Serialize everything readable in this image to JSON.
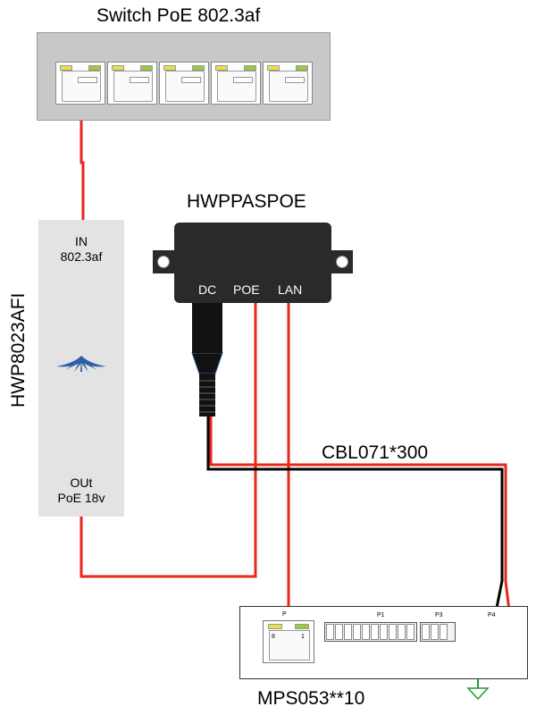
{
  "switch": {
    "title": "Switch PoE 802.3af",
    "port_count": 5
  },
  "injector": {
    "name": "HWP8023AFI",
    "in_label": "IN",
    "in_standard": "802.3af",
    "out_label": "OUt",
    "out_voltage": "PoE 18v",
    "logo_icon": "ubiquiti-logo-icon"
  },
  "splitter": {
    "name": "HWPPASPOE",
    "dc_label": "DC",
    "poe_label": "POE",
    "lan_label": "LAN"
  },
  "cable": {
    "name": "CBL071*300"
  },
  "mps": {
    "name": "MPS053**10",
    "rj45_label": "P",
    "rj45_pin_left": "8",
    "rj45_pin_right": "1",
    "p1_label": "P1",
    "p3_label": "P3",
    "p4_label": "P4"
  },
  "colors": {
    "wire_red": "#e8261c",
    "wire_black": "#000000",
    "wire_green": "#2a9a2a",
    "device_dark": "#2a2a2a",
    "panel_gray": "#c8c8c8",
    "injector_gray": "#e3e3e3"
  }
}
